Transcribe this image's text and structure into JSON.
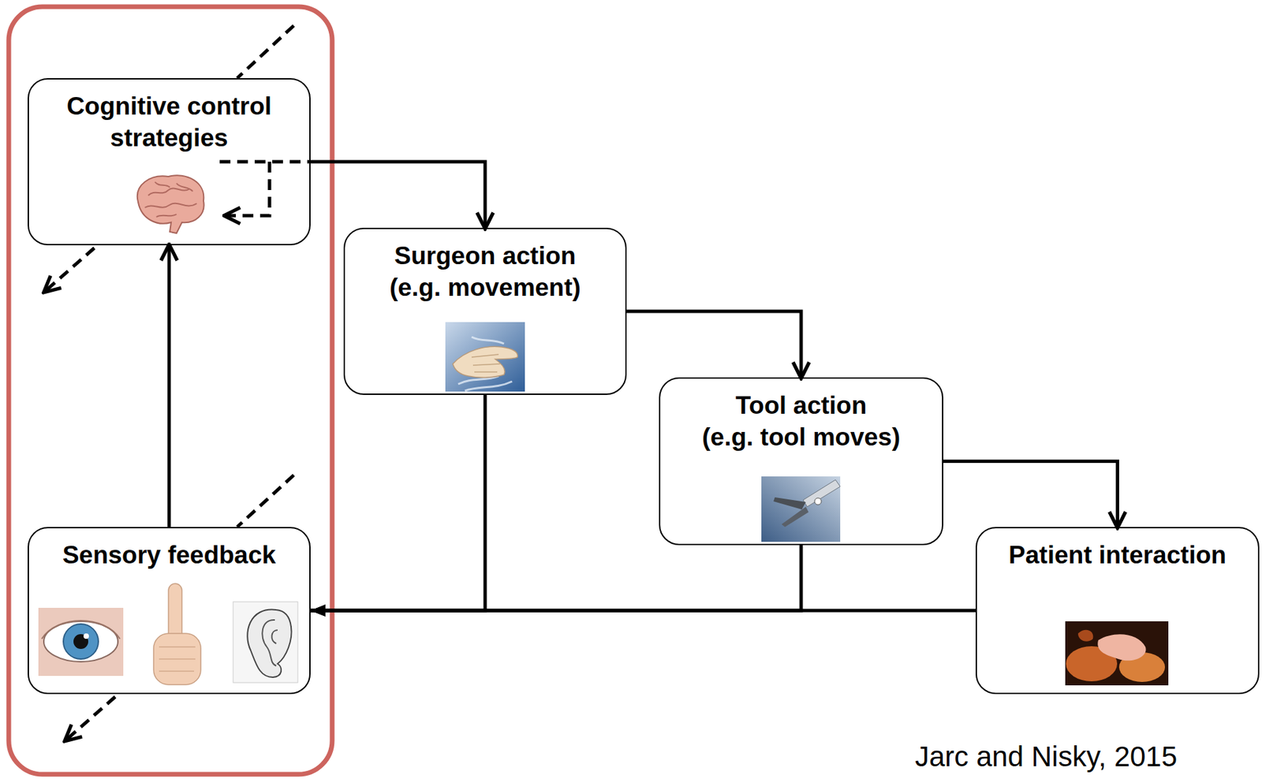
{
  "diagram": {
    "nodes": [
      {
        "text": [
          "Cognitive control strategies"
        ]
      },
      {
        "text": [
          "Surgeon action",
          "(e.g. movement)"
        ]
      },
      {
        "text": [
          "Tool action",
          "(e.g. tool moves)"
        ]
      },
      {
        "text": [
          "Sensory feedback"
        ]
      },
      {
        "text": [
          "Patient interaction"
        ]
      }
    ],
    "edges": [
      {
        "from": 0,
        "to": 1,
        "arrow": "to"
      },
      {
        "from": 1,
        "to": 2,
        "arrow": "to"
      },
      {
        "from": 2,
        "to": 4,
        "arrow": "to"
      },
      {
        "from": 3,
        "to": 0,
        "arrow": "to"
      },
      {
        "from": 4,
        "to": 3,
        "arrow": "to"
      },
      {
        "from": 2,
        "to": 3,
        "arrow": "to"
      },
      {
        "from": 1,
        "to": 3,
        "arrow": "to"
      }
    ],
    "labels": [
      "Jarc and Nisky, 2015"
    ]
  }
}
